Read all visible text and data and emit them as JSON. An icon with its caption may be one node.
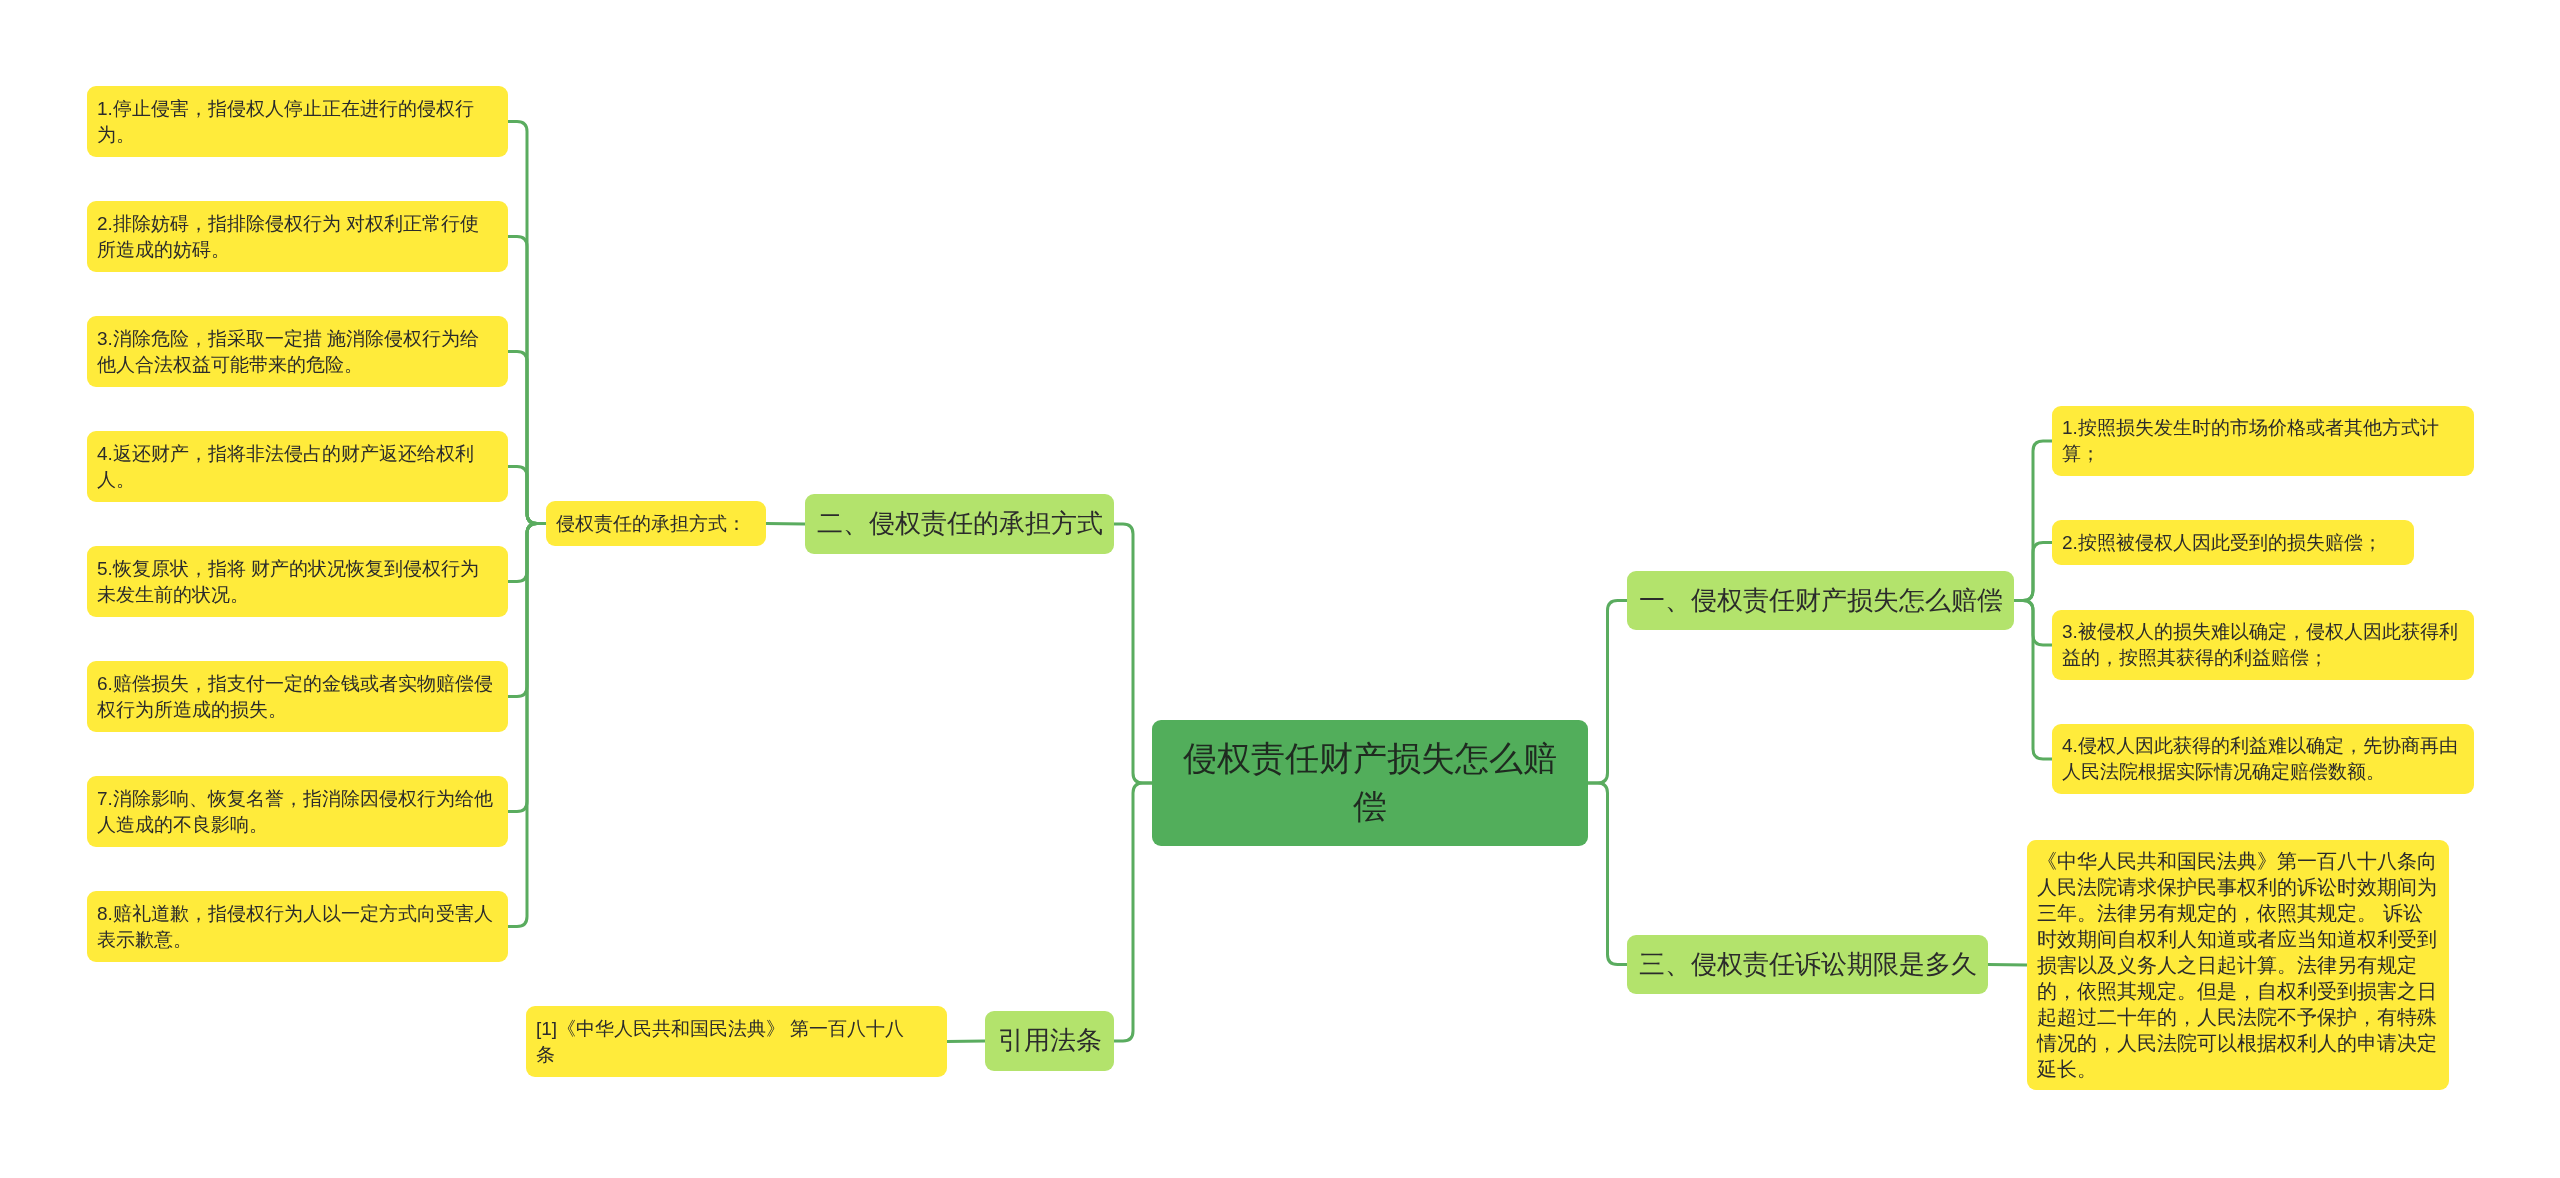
{
  "diagram": {
    "nodes": [
      {
        "text": [
          "侵权责任财产损失怎么赔偿"
        ]
      },
      {
        "text": [
          "一、侵权责任财产损失怎么赔偿"
        ]
      },
      {
        "text": [
          "1.按照损失发生时的市场价格或者其他方式计算；"
        ]
      },
      {
        "text": [
          "2.按照被侵权人因此受到的损失赔偿；"
        ]
      },
      {
        "text": [
          "3.被侵权人的损失难以确定，侵权人因此获得利益的，按照其获得的利益赔偿；"
        ]
      },
      {
        "text": [
          "4.侵权人因此获得的利益难以确定，先协商再由人民法院根据实际情况确定赔偿数额。"
        ]
      },
      {
        "text": [
          "二、侵权责任的承担方式"
        ]
      },
      {
        "text": [
          "侵权责任的承担方式："
        ]
      },
      {
        "text": [
          "1.停止侵害，指侵权人停止正在进行的侵权行为。"
        ]
      },
      {
        "text": [
          "2.排除妨碍，指排除侵权行为 对权利正常行使所造成的妨碍。"
        ]
      },
      {
        "text": [
          "3.消除危险，指采取一定措 施消除侵权行为给他人合法权益可能带来的危险。"
        ]
      },
      {
        "text": [
          "4.返还财产，指将非法侵占的财产返还给权利人。"
        ]
      },
      {
        "text": [
          "5.恢复原状，指将 财产的状况恢复到侵权行为未发生前的状况。"
        ]
      },
      {
        "text": [
          "6.赔偿损失，指支付一定的金钱或者实物赔偿侵权行为所造成的损失。"
        ]
      },
      {
        "text": [
          "7.消除影响、恢复名誉，指消除因侵权行为给他人造成的不良影响。"
        ]
      },
      {
        "text": [
          "8.赔礼道歉，指侵权行为人以一定方式向受害人表示歉意。"
        ]
      },
      {
        "text": [
          "三、侵权责任诉讼期限是多久"
        ]
      },
      {
        "text": [
          "《中华人民共和国民法典》第一百八十八条向人民法院请求保护民事权利的诉讼时效期间为三年。法律另有规定的，依照其规定。 诉讼时效期间自权利人知道或者应当知道权利受到损害以及义务人之日起计算。法律另有规定的，依照其规定。但是，自权利受到损害之日起超过二十年的，人民法院不予保护，有特殊情况的，人民法院可以根据权利人的申请决定延长。"
        ]
      },
      {
        "text": [
          "引用法条"
        ]
      },
      {
        "text": [
          "[1]《中华人民共和国民法典》 第一百八十八条"
        ]
      }
    ],
    "edges": [
      {
        "from": 0,
        "to": 1,
        "arrow": "none"
      },
      {
        "from": 1,
        "to": 2,
        "arrow": "none"
      },
      {
        "from": 1,
        "to": 3,
        "arrow": "none"
      },
      {
        "from": 1,
        "to": 4,
        "arrow": "none"
      },
      {
        "from": 1,
        "to": 5,
        "arrow": "none"
      },
      {
        "from": 0,
        "to": 6,
        "arrow": "none"
      },
      {
        "from": 6,
        "to": 7,
        "arrow": "none"
      },
      {
        "from": 7,
        "to": 8,
        "arrow": "none"
      },
      {
        "from": 7,
        "to": 9,
        "arrow": "none"
      },
      {
        "from": 7,
        "to": 10,
        "arrow": "none"
      },
      {
        "from": 7,
        "to": 11,
        "arrow": "none"
      },
      {
        "from": 7,
        "to": 12,
        "arrow": "none"
      },
      {
        "from": 7,
        "to": 13,
        "arrow": "none"
      },
      {
        "from": 7,
        "to": 14,
        "arrow": "none"
      },
      {
        "from": 7,
        "to": 15,
        "arrow": "none"
      },
      {
        "from": 0,
        "to": 16,
        "arrow": "none"
      },
      {
        "from": 16,
        "to": 17,
        "arrow": "none"
      },
      {
        "from": 0,
        "to": 18,
        "arrow": "none"
      },
      {
        "from": 18,
        "to": 19,
        "arrow": "none"
      }
    ]
  }
}
